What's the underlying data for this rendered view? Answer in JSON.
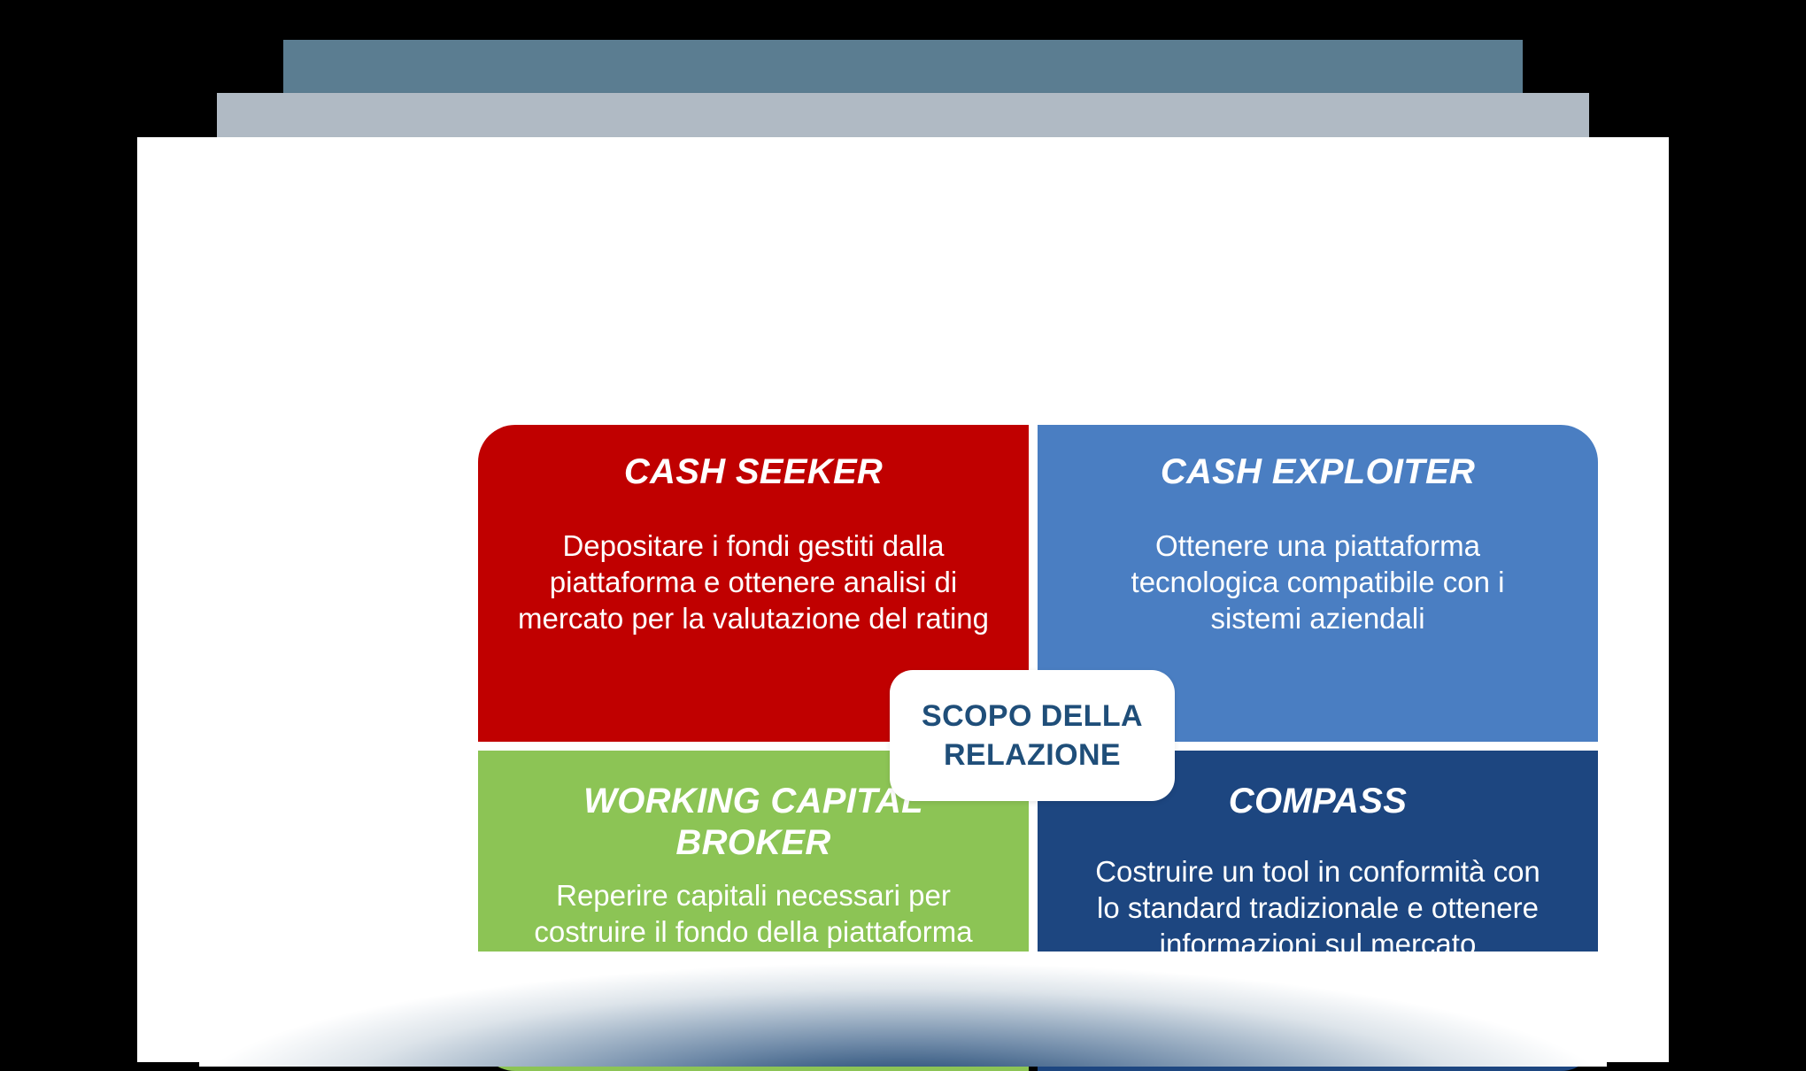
{
  "slide": {
    "background_color": "#FFFFFF",
    "canvas_color": "#000000",
    "deck_back_color": "#5B7D91",
    "deck_mid_color": "#B0BAC4"
  },
  "center_badge": {
    "label": "SCOPO DELLA\nRELAZIONE",
    "text_color": "#1F4E79",
    "background_color": "#FFFFFF"
  },
  "quadrants": [
    {
      "id": "cash-seeker",
      "position": "top-left",
      "title": "CASH SEEKER",
      "description": "Depositare i fondi gestiti dalla\npiattaforma e ottenere analisi di\nmercato per la valutazione del rating",
      "color": "#C00000"
    },
    {
      "id": "cash-exploiter",
      "position": "top-right",
      "title": "CASH EXPLOITER",
      "description": "Ottenere una piattaforma\ntecnologica compatibile con i\nsistemi aziendali",
      "color": "#4A7EC2"
    },
    {
      "id": "working-capital-broker",
      "position": "bottom-left",
      "title": "WORKING CAPITAL\nBROKER",
      "description": "Reperire capitali necessari per\ncostruire il fondo della piattaforma",
      "color": "#8CC455"
    },
    {
      "id": "compass",
      "position": "bottom-right",
      "title": "COMPASS",
      "description": "Costruire un tool in conformità con\nlo standard tradizionale e ottenere\ninformazioni sul mercato",
      "color": "#1D4680"
    }
  ]
}
